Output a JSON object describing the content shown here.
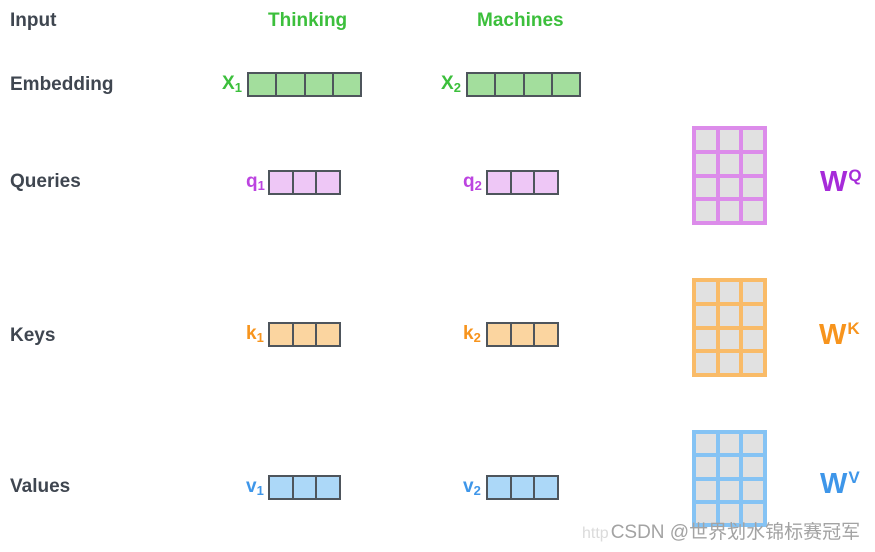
{
  "colors": {
    "row_label_text": "#3F4650",
    "green_text": "#3CBF3C",
    "green_cell_fill": "#A3DE9D",
    "purple_text": "#BC44E0",
    "purple_cell_fill": "#EEC7F6",
    "purple_matrix_border": "#DC8CEA",
    "purple_matrix_label": "#A62BD9",
    "orange_text": "#F7941D",
    "orange_cell_fill": "#FBD5A0",
    "orange_matrix_border": "#F9BB68",
    "blue_text": "#3E96E9",
    "blue_cell_fill": "#ACD8F8",
    "blue_matrix_border": "#85C3F4",
    "vector_border": "#4E555C",
    "matrix_cell_fill": "#E1E1E1",
    "watermark_color": "#A3A3A3"
  },
  "row_labels": {
    "input": "Input",
    "embedding": "Embedding",
    "queries": "Queries",
    "keys": "Keys",
    "values": "Values"
  },
  "tokens": [
    {
      "label": "Thinking"
    },
    {
      "label": "Machines"
    }
  ],
  "vectors": {
    "x1": {
      "base": "X",
      "sub": "1",
      "cells": 4
    },
    "x2": {
      "base": "X",
      "sub": "2",
      "cells": 4
    },
    "q1": {
      "base": "q",
      "sub": "1",
      "cells": 3
    },
    "q2": {
      "base": "q",
      "sub": "2",
      "cells": 3
    },
    "k1": {
      "base": "k",
      "sub": "1",
      "cells": 3
    },
    "k2": {
      "base": "k",
      "sub": "2",
      "cells": 3
    },
    "v1": {
      "base": "v",
      "sub": "1",
      "cells": 3
    },
    "v2": {
      "base": "v",
      "sub": "2",
      "cells": 3
    }
  },
  "matrices": {
    "wq": {
      "base": "W",
      "sup": "Q",
      "rows": 4,
      "cols": 3
    },
    "wk": {
      "base": "W",
      "sup": "K",
      "rows": 4,
      "cols": 3
    },
    "wv": {
      "base": "W",
      "sup": "V",
      "rows": 4,
      "cols": 3
    }
  },
  "watermark": {
    "ghost": "http",
    "text": "CSDN @世界划水锦标赛冠军"
  }
}
